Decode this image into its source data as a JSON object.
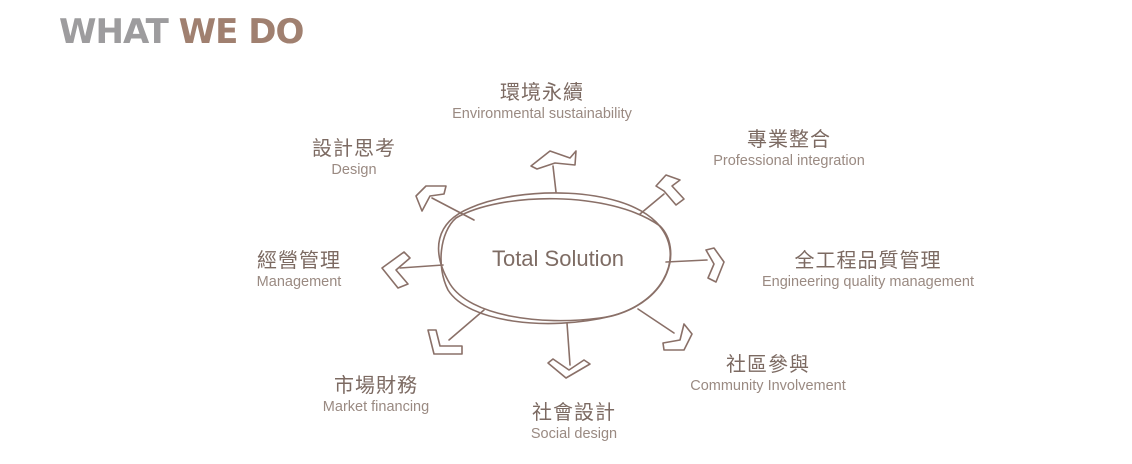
{
  "header": {
    "title_part1": "WHAT",
    "title_part2": "WE DO"
  },
  "colors": {
    "title_gray": "#9d9c9e",
    "title_accent": "#a08070",
    "stroke": "#8a7068",
    "text": "#8a7870"
  },
  "center": {
    "label": "Total Solution"
  },
  "branches": [
    {
      "key": "environment",
      "zh": "環境永續",
      "en": "Environmental sustainability"
    },
    {
      "key": "professional",
      "zh": "專業整合",
      "en": "Professional integration"
    },
    {
      "key": "engineering",
      "zh": "全工程品質管理",
      "en": "Engineering quality management"
    },
    {
      "key": "community",
      "zh": "社區參與",
      "en": "Community Involvement"
    },
    {
      "key": "social",
      "zh": "社會設計",
      "en": "Social design"
    },
    {
      "key": "market",
      "zh": "市場財務",
      "en": "Market financing"
    },
    {
      "key": "management",
      "zh": "經營管理",
      "en": "Management"
    },
    {
      "key": "design",
      "zh": "設計思考",
      "en": "Design"
    }
  ]
}
